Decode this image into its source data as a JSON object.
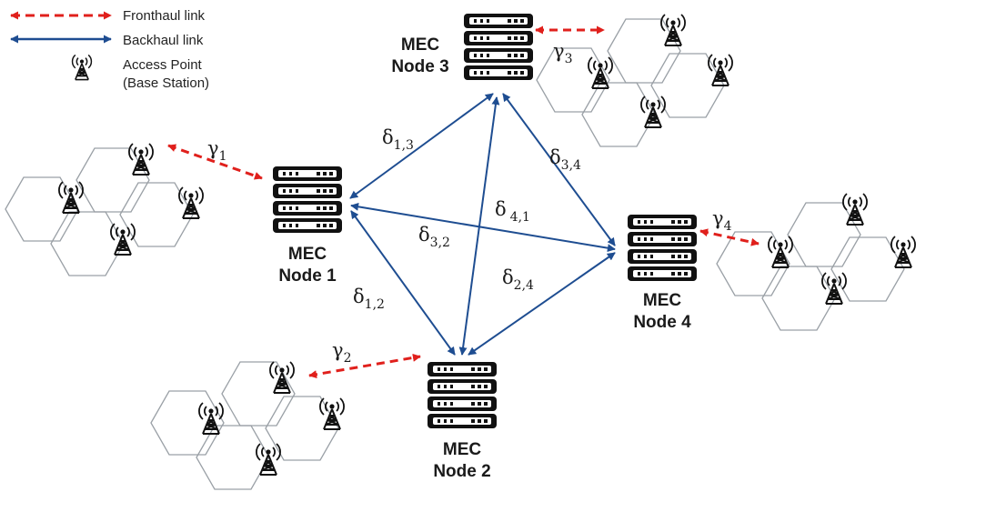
{
  "legend": {
    "fronthaul": "Fronthaul link",
    "backhaul": "Backhaul link",
    "access_point_line1": "Access Point",
    "access_point_line2": "(Base Station)"
  },
  "colors": {
    "fronthaul": "#e0201c",
    "backhaul": "#1e4d91",
    "hex_stroke": "#9aa0a6",
    "server": "#111111"
  },
  "icons": {
    "server": "server-rack-icon",
    "tower": "cell-tower-icon"
  },
  "nodes": [
    {
      "id": "n1",
      "line1": "MEC",
      "line2": "Node 1"
    },
    {
      "id": "n2",
      "line1": "MEC",
      "line2": "Node 2"
    },
    {
      "id": "n3",
      "line1": "MEC",
      "line2": "Node 3"
    },
    {
      "id": "n4",
      "line1": "MEC",
      "line2": "Node 4"
    }
  ],
  "fronthaul_labels": [
    {
      "sym": "γ",
      "sub": "1"
    },
    {
      "sym": "γ",
      "sub": "2"
    },
    {
      "sym": "γ",
      "sub": "3"
    },
    {
      "sym": "γ",
      "sub": "4"
    }
  ],
  "backhaul_labels": [
    {
      "sym": "δ",
      "sub": "1,3"
    },
    {
      "sym": "δ",
      "sub": "3,4"
    },
    {
      "sym": "δ",
      "sub": "4,1"
    },
    {
      "sym": "δ",
      "sub": "3,2"
    },
    {
      "sym": "δ",
      "sub": "1,2"
    },
    {
      "sym": "δ",
      "sub": "2,4"
    }
  ]
}
